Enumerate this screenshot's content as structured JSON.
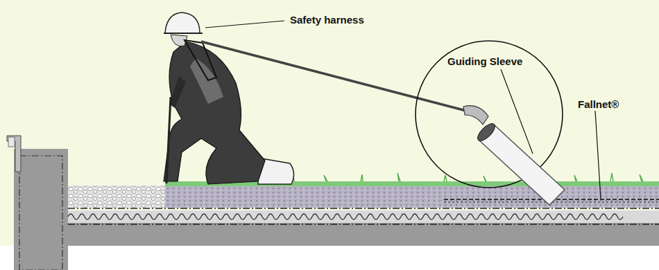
{
  "diagram": {
    "labels": [
      "Safety harness",
      "Guiding Sleeve",
      "Fallnet®"
    ]
  }
}
